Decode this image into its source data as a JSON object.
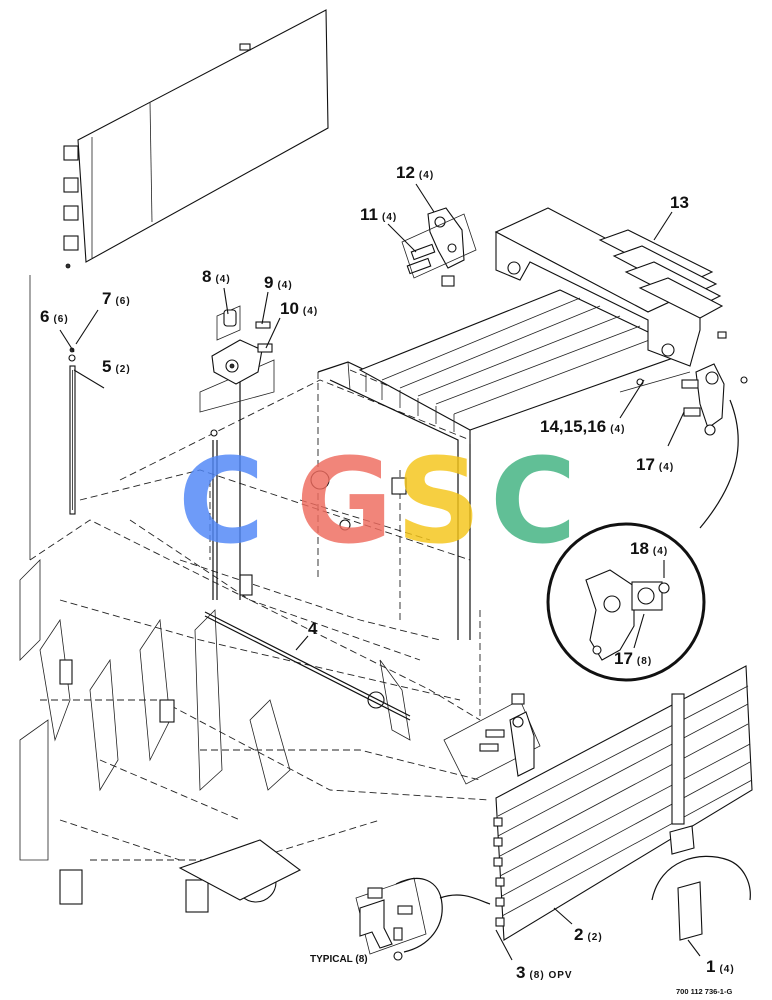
{
  "diagram": {
    "callouts": [
      {
        "id": "c1",
        "num": "1",
        "qty": "(4)"
      },
      {
        "id": "c2",
        "num": "2",
        "qty": "(2)"
      },
      {
        "id": "c3",
        "num": "3",
        "qty": "(8) OPV"
      },
      {
        "id": "c4",
        "num": "4",
        "qty": ""
      },
      {
        "id": "c5",
        "num": "5",
        "qty": "(2)"
      },
      {
        "id": "c6",
        "num": "6",
        "qty": "(6)"
      },
      {
        "id": "c7",
        "num": "7",
        "qty": "(6)"
      },
      {
        "id": "c8",
        "num": "8",
        "qty": "(4)"
      },
      {
        "id": "c9",
        "num": "9",
        "qty": "(4)"
      },
      {
        "id": "c10",
        "num": "10",
        "qty": "(4)"
      },
      {
        "id": "c11",
        "num": "11",
        "qty": "(4)"
      },
      {
        "id": "c12",
        "num": "12",
        "qty": "(4)"
      },
      {
        "id": "c13",
        "num": "13",
        "qty": ""
      },
      {
        "id": "c14",
        "num": "14,15,16",
        "qty": "(4)"
      },
      {
        "id": "c17",
        "num": "17",
        "qty": "(4)"
      },
      {
        "id": "c18",
        "num": "18",
        "qty": "(4)"
      },
      {
        "id": "c17b",
        "num": "17",
        "qty": "(8)"
      }
    ],
    "typical_note": "TYPICAL (8)",
    "drawing_number": "700 112 736-1-G"
  },
  "watermark": {
    "letters": [
      {
        "char": "C",
        "color": "#4f86f7"
      },
      {
        "char": "G",
        "color": "#ef6b5e"
      },
      {
        "char": "S",
        "color": "#f5c518"
      },
      {
        "char": "C",
        "color": "#3fb27f"
      }
    ]
  }
}
